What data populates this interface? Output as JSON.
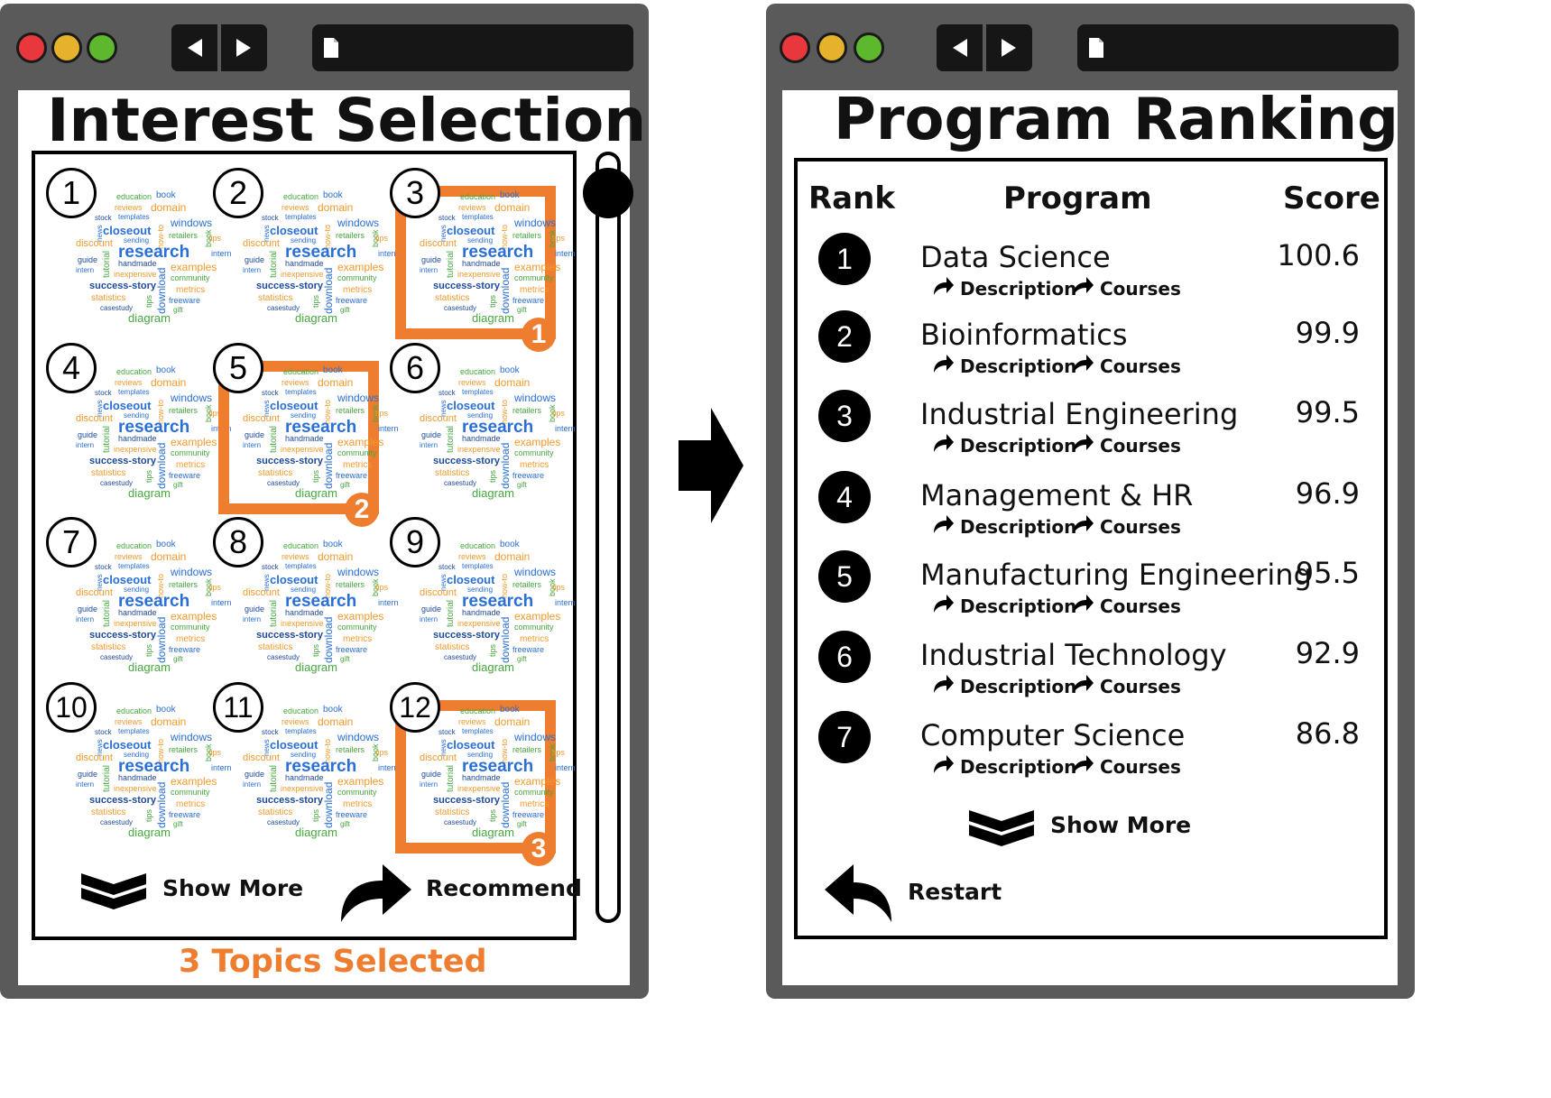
{
  "left_window": {
    "title": "Interest Selection",
    "topics": [
      {
        "number": "1",
        "selected": false,
        "selection_order": ""
      },
      {
        "number": "2",
        "selected": false,
        "selection_order": ""
      },
      {
        "number": "3",
        "selected": true,
        "selection_order": "1"
      },
      {
        "number": "4",
        "selected": false,
        "selection_order": ""
      },
      {
        "number": "5",
        "selected": true,
        "selection_order": "2"
      },
      {
        "number": "6",
        "selected": false,
        "selection_order": ""
      },
      {
        "number": "7",
        "selected": false,
        "selection_order": ""
      },
      {
        "number": "8",
        "selected": false,
        "selection_order": ""
      },
      {
        "number": "9",
        "selected": false,
        "selection_order": ""
      },
      {
        "number": "10",
        "selected": false,
        "selection_order": ""
      },
      {
        "number": "11",
        "selected": false,
        "selection_order": ""
      },
      {
        "number": "12",
        "selected": true,
        "selection_order": "3"
      }
    ],
    "word_cloud": {
      "education": "education",
      "book": "book",
      "reviews": "reviews",
      "domain": "domain",
      "stock": "stock",
      "templates": "templates",
      "howto": "how-to",
      "windows": "windows",
      "news": "news",
      "closeout": "closeout",
      "retailers": "retailers",
      "book2": "book",
      "sending": "sending",
      "tips": "tips",
      "discount": "discount",
      "research": "research",
      "guide": "guide",
      "tutorial": "tutorial",
      "intern": "intern",
      "handmade": "handmade",
      "intern2": "intern",
      "examples": "examples",
      "inexpensive": "inexpensive",
      "community": "community",
      "successstory": "success-story",
      "download": "download",
      "metrics": "metrics",
      "statistics": "statistics",
      "tips2": "tips",
      "freeware": "freeware",
      "casestudy": "casestudy",
      "gift": "gift",
      "diagram": "diagram"
    },
    "show_more_label": "Show More",
    "recommend_label": "Recommend",
    "status": "3 Topics Selected"
  },
  "right_window": {
    "title": "Program Ranking",
    "columns": {
      "rank": "Rank",
      "program": "Program",
      "score": "Score"
    },
    "rows": [
      {
        "rank": "1",
        "program": "Data Science",
        "score": "100.6"
      },
      {
        "rank": "2",
        "program": "Bioinformatics",
        "score": "99.9"
      },
      {
        "rank": "3",
        "program": "Industrial Engineering",
        "score": "99.5"
      },
      {
        "rank": "4",
        "program": "Management & HR",
        "score": "96.9"
      },
      {
        "rank": "5",
        "program": "Manufacturing Engineering",
        "score": "95.5"
      },
      {
        "rank": "6",
        "program": "Industrial Technology",
        "score": "92.9"
      },
      {
        "rank": "7",
        "program": "Computer Science",
        "score": "86.8"
      }
    ],
    "description_label": "Description",
    "courses_label": "Courses",
    "show_more_label": "Show More",
    "restart_label": "Restart"
  },
  "colors": {
    "selection_accent": "#ee7d2f",
    "traffic_red": "#e8383d",
    "traffic_yellow": "#e6b22b",
    "traffic_green": "#5db82e",
    "window_frame": "#5a5a5a"
  }
}
